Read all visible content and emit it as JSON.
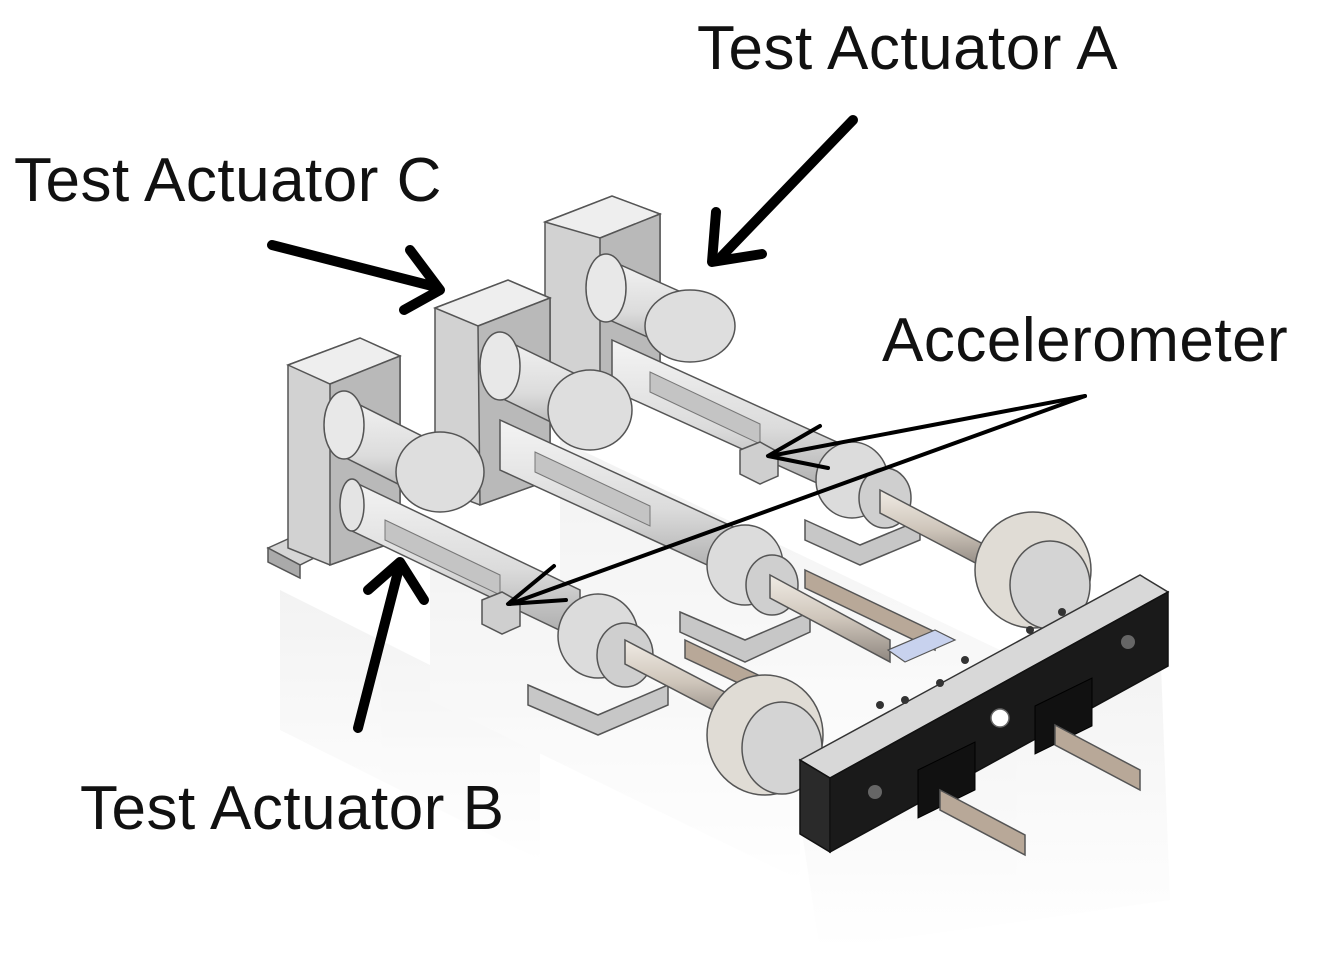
{
  "labels": {
    "actuator_a": "Test Actuator A",
    "actuator_b": "Test Actuator B",
    "actuator_c": "Test Actuator C",
    "accelerometer": "Accelerometer"
  },
  "colors": {
    "background": "#ffffff",
    "text": "#111111",
    "arrow": "#000000",
    "metal_light": "#e6e6e6",
    "metal_mid": "#c4c4c4",
    "metal_dark": "#8c8c8c",
    "block_black": "#1a1a1a",
    "carriage_tan": "#b8a898",
    "sensor_blue": "#c8d2ee"
  }
}
